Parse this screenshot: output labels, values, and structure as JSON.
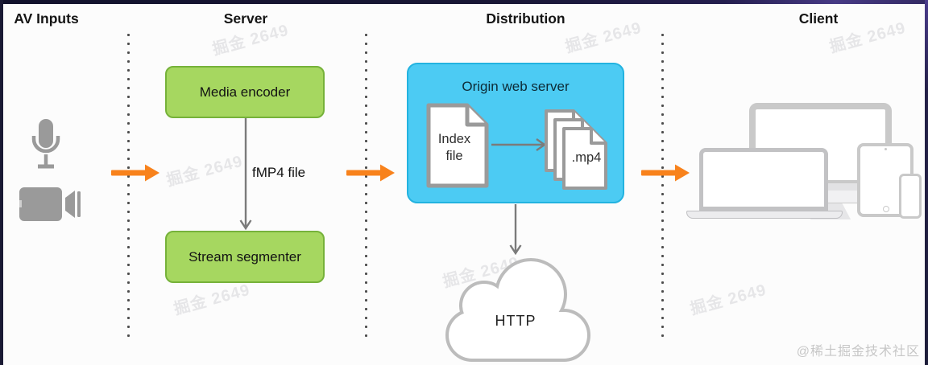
{
  "title": "HTTP Live Streaming architecture diagram",
  "colors": {
    "box_green": "#a6d760",
    "box_green_border": "#76b23a",
    "box_blue": "#4ccbf3",
    "box_blue_border": "#23b3e0",
    "arrow_orange": "#f8821c",
    "device_gray": "#c9c9c9",
    "icon_gray": "#9a9a9a"
  },
  "columns": [
    {
      "label": "AV Inputs"
    },
    {
      "label": "Server"
    },
    {
      "label": "Distribution"
    },
    {
      "label": "Client"
    }
  ],
  "av_inputs": {
    "icons": [
      "microphone-icon",
      "video-camera-icon"
    ]
  },
  "server": {
    "encoder_label": "Media encoder",
    "flow_label": "fMP4 file",
    "segmenter_label": "Stream segmenter"
  },
  "distribution": {
    "box_title": "Origin web server",
    "index_doc_label": "Index file",
    "media_doc_label": ".mp4",
    "cloud_label": "HTTP"
  },
  "client": {
    "icons": [
      "tv-icon",
      "laptop-icon",
      "desktop-icon",
      "tablet-icon",
      "phone-icon"
    ]
  },
  "watermark": {
    "stamp_text": "掘金 2649",
    "credit": "@稀土掘金技术社区"
  }
}
